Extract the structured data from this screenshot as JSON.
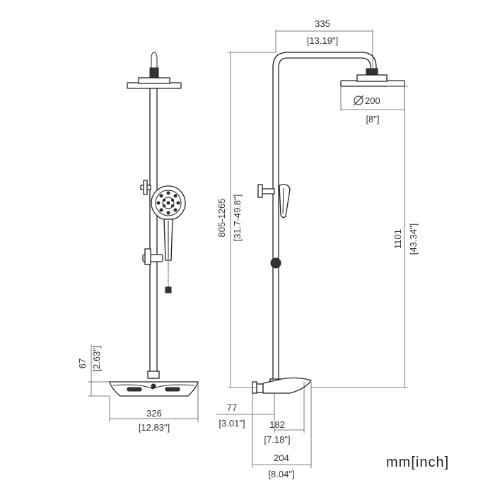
{
  "units_label": "mm[inch]",
  "dimensions": {
    "arm_width_mm": "335",
    "arm_width_in": "[13.19\"]",
    "head_dia_mm": "200",
    "head_dia_in": "[8\"]",
    "height_range_mm": "805-1265",
    "height_range_in": "[31.7-49.8\"]",
    "total_height_mm": "1101",
    "total_height_in": "[43.34\"]",
    "valve_height_mm": "67",
    "valve_height_in": "[2.63\"]",
    "valve_width_mm": "326",
    "valve_width_in": "[12.83\"]",
    "wall_offset_mm": "77",
    "wall_offset_in": "[3.01\"]",
    "spout_reach_mm": "182",
    "spout_reach_in": "[7.18\"]",
    "total_depth_mm": "204",
    "total_depth_in": "[8.04\"]"
  },
  "colors": {
    "line": "#222222",
    "dimension": "#555555",
    "text": "#333333"
  },
  "icons": [
    "diameter-symbol-icon"
  ]
}
